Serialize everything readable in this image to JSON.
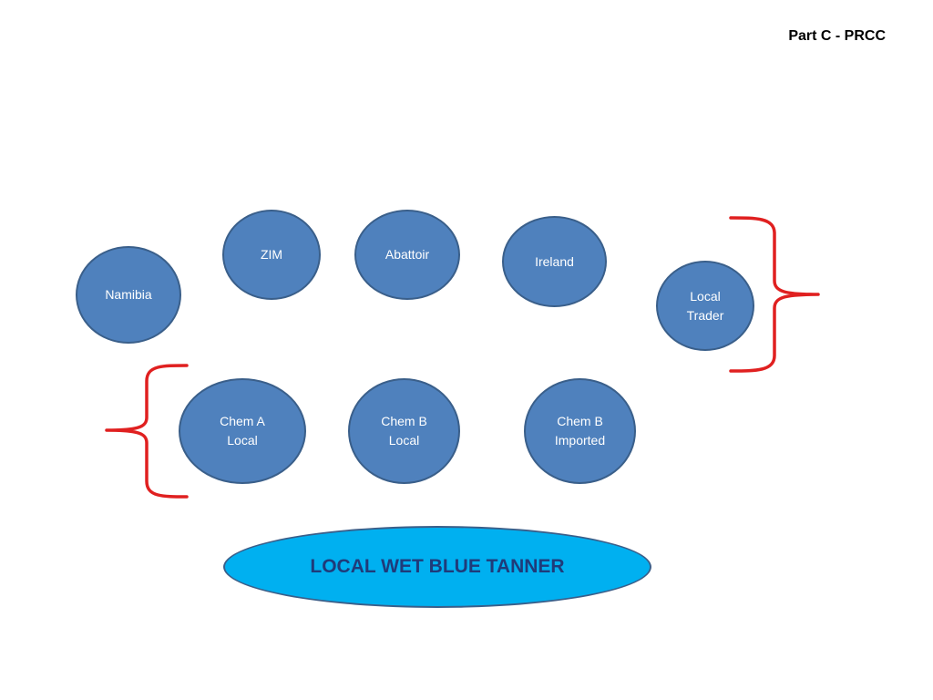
{
  "header": {
    "title": "Part C - PRCC"
  },
  "colors": {
    "node_fill": "#4f81bd",
    "node_border": "#3a5f8a",
    "node_text": "#ffffff",
    "tanner_fill": "#00b0f0",
    "tanner_text": "#1f3b7a",
    "brace": "#e02020"
  },
  "nodes": {
    "namibia": "Namibia",
    "zim": "ZIM",
    "abattoir": "Abattoir",
    "ireland": "Ireland",
    "local_trader": "Local\nTrader",
    "chem_a_local": "Chem A\nLocal",
    "chem_b_local": "Chem B\nLocal",
    "chem_b_imported": "Chem B\nImported"
  },
  "tanner": {
    "label": "LOCAL WET BLUE TANNER"
  }
}
